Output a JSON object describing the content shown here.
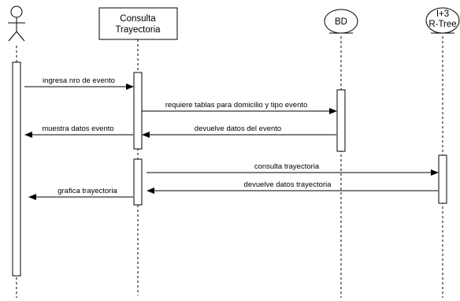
{
  "participants": {
    "actor": {
      "label": ""
    },
    "consulta": {
      "line1": "Consulta",
      "line2": "Trayectoria"
    },
    "bd": {
      "label": "BD"
    },
    "rtree": {
      "line1": "I+3",
      "line2": "R-Tree"
    }
  },
  "messages": [
    {
      "label": "ingresa nro de evento",
      "from": "actor",
      "to": "consulta",
      "style": "solid"
    },
    {
      "label": "requiere tablas para domicilio y tipo evento",
      "from": "consulta",
      "to": "bd",
      "style": "solid"
    },
    {
      "label": "muestra datos evento",
      "from": "consulta",
      "to": "actor",
      "style": "solid"
    },
    {
      "label": "devuelve datos del evento",
      "from": "bd",
      "to": "consulta",
      "style": "solid"
    },
    {
      "label": "consulta trayectoria",
      "from": "consulta",
      "to": "rtree",
      "style": "solid"
    },
    {
      "label": "devuelve datos trayectoria",
      "from": "rtree",
      "to": "consulta",
      "style": "solid"
    },
    {
      "label": "grafica trayectoria",
      "from": "consulta",
      "to": "actor",
      "style": "solid"
    }
  ],
  "colors": {
    "stroke": "#000000",
    "fill": "#ffffff"
  }
}
